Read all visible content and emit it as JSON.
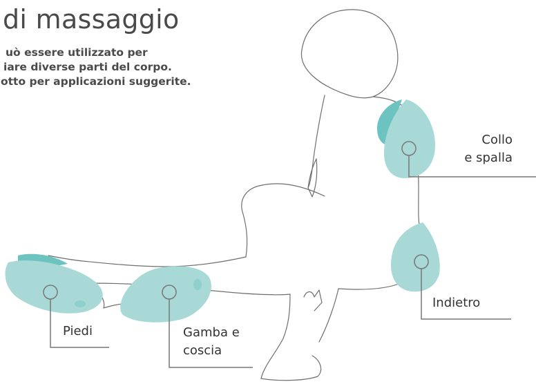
{
  "header": {
    "title": "di massaggio",
    "intro_lines": [
      "uò essere utilizzato per",
      "iare diverse parti del corpo.",
      "otto per applicazioni suggerite."
    ]
  },
  "areas": {
    "neck": {
      "line1": "Collo",
      "line2": "e spalla"
    },
    "back": {
      "label": "Indietro"
    },
    "feet": {
      "label": "Piedi"
    },
    "leg": {
      "line1": "Gamba e",
      "line2": "coscia"
    }
  },
  "colors": {
    "pad_light": "#a8d9d7",
    "pad_dark": "#6cc3bf",
    "outline": "#6e6e6e",
    "marker": "#777777"
  }
}
